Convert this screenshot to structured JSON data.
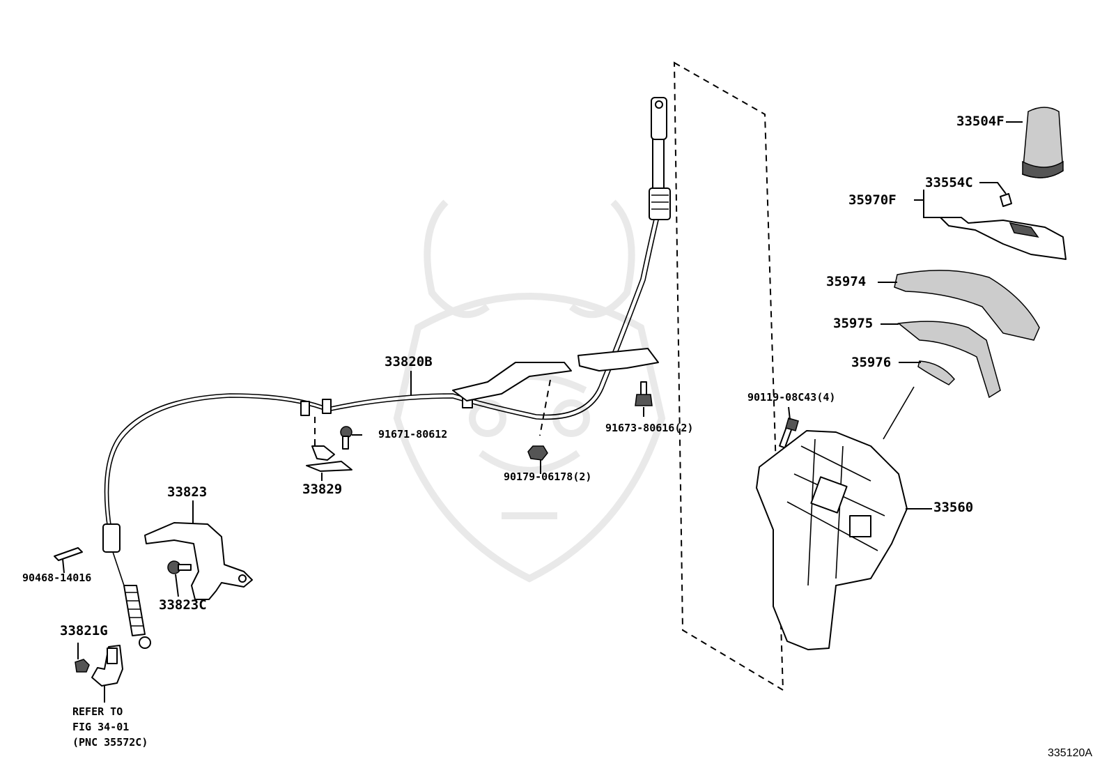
{
  "figure_code": "335120A",
  "callouts": {
    "p33504F": "33504F",
    "p33554C": "33554C",
    "p35970F": "35970F",
    "p35974": "35974",
    "p35975": "35975",
    "p35976": "35976",
    "p33820B": "33820B",
    "p90119": "90119-08C43(4)",
    "p91671": "91671-80612",
    "p91673": "91673-80616(2)",
    "p90179": "90179-06178(2)",
    "p33829": "33829",
    "p33823": "33823",
    "p33560": "33560",
    "p90468": "90468-14016",
    "p33823C": "33823C",
    "p33821G": "33821G"
  },
  "refer_note": "REFER TO\nFIG 34-01\n(PNC 35572C)"
}
